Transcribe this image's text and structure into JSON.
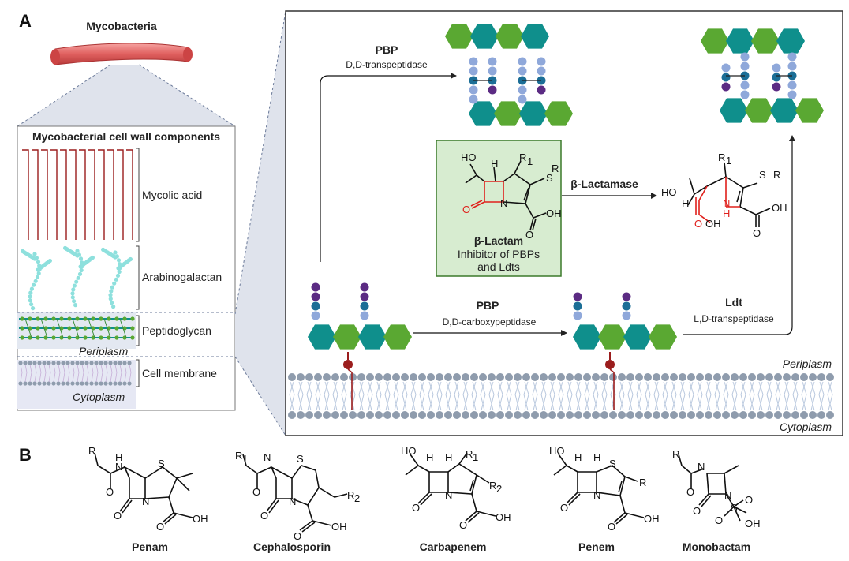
{
  "panels": {
    "a": "A",
    "b": "B"
  },
  "left": {
    "title": "Mycobacteria",
    "box_title": "Mycobacterial cell wall components",
    "layers": [
      "Mycolic acid",
      "Arabinogalactan",
      "Peptidoglycan",
      "Cell membrane"
    ],
    "periplasm": "Periplasm",
    "cytoplasm": "Cytoplasm"
  },
  "right": {
    "pbp_top": "PBP",
    "pbp_top_sub": "D,D-transpeptidase",
    "pbp_mid": "PBP",
    "pbp_mid_sub": "D,D-carboxypeptidase",
    "ldt": "Ldt",
    "ldt_sub": "L,D-transpeptidase",
    "blactamase": "β-Lactamase",
    "inhibitor_title": "β-Lactam",
    "inhibitor_line1": "Inhibitor of PBPs",
    "inhibitor_line2": "and Ldts",
    "periplasm": "Periplasm",
    "cytoplasm": "Cytoplasm"
  },
  "chem_labels": {
    "ho": "HO",
    "h": "H",
    "r": "R",
    "r1": "R",
    "sub1": "1",
    "r2": "R",
    "sub2": "2",
    "s": "S",
    "n": "N",
    "o": "O",
    "oh": "OH",
    "nh_n": "N",
    "nh_h": "H",
    "hoc": "HO"
  },
  "structures": [
    "Penam",
    "Cephalosporin",
    "Carbapenem",
    "Penem",
    "Monobactam"
  ],
  "colors": {
    "teal": "#0f8f8c",
    "green": "#5aa832",
    "purple": "#5b2b83",
    "blue_dark": "#1b6e96",
    "blue_light": "#8fa8da",
    "wine": "#9b1d1d",
    "membrane": "#8f9cad",
    "box_green": "#d7ecd0"
  }
}
